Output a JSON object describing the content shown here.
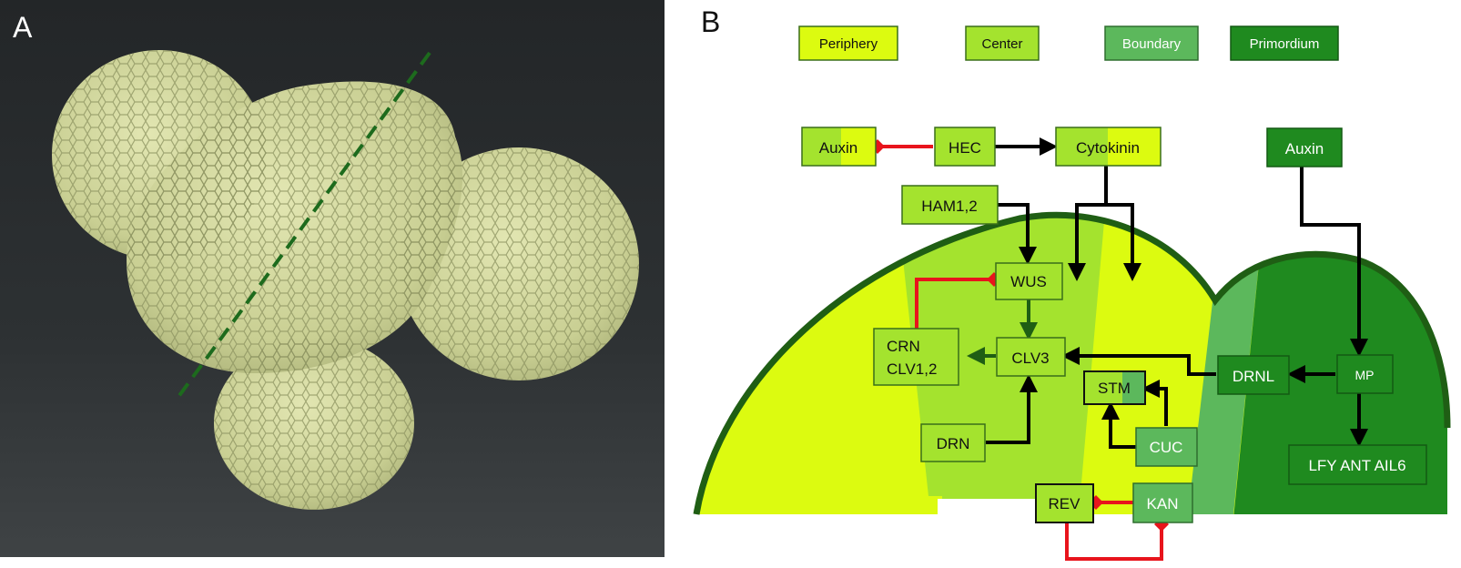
{
  "panels": {
    "a": "A",
    "b": "B"
  },
  "legend": {
    "periphery": "Periphery",
    "center": "Center",
    "boundary": "Boundary",
    "primordium": "Primordium"
  },
  "nodes": {
    "auxin_left": "Auxin",
    "hec": "HEC",
    "cytokinin": "Cytokinin",
    "auxin_right": "Auxin",
    "ham": "HAM1,2",
    "wus": "WUS",
    "crn_line1": "CRN",
    "crn_line2": "CLV1,2",
    "clv3": "CLV3",
    "stm": "STM",
    "drnl": "DRNL",
    "mp": "MP",
    "drn": "DRN",
    "cuc": "CUC",
    "lfy": "LFY ANT AIL6",
    "rev": "REV",
    "kan": "KAN"
  },
  "colors": {
    "periphery": "#dcfb10",
    "center": "#a4e32e",
    "boundary": "#5cb85c",
    "primordium": "#1f8a1f",
    "outline_dark": "#1f5e14",
    "activation": "#000000",
    "repression": "#e8141c"
  }
}
